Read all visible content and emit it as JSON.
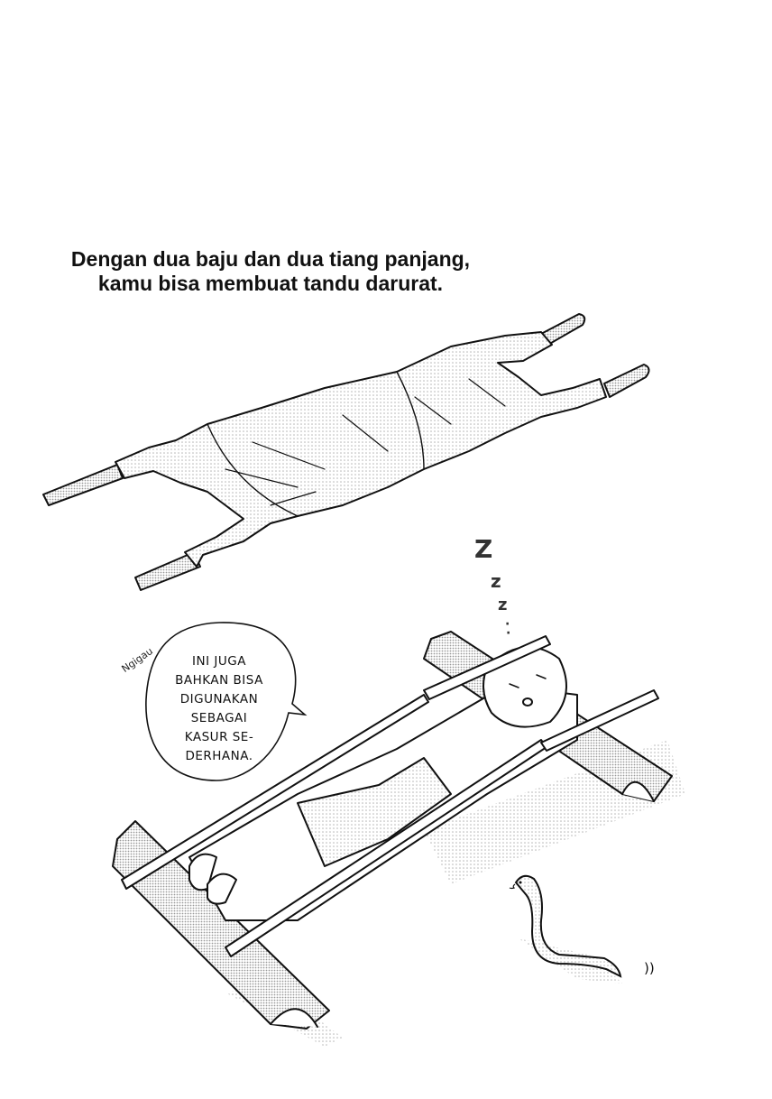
{
  "page": {
    "background": "#ffffff",
    "ink_color": "#111111",
    "screentone_color": "#c8c8c8"
  },
  "caption": {
    "line1": "Dengan dua baju dan dua tiang panjang,",
    "line2": "kamu bisa membuat tandu darurat."
  },
  "panels": {
    "stretcher": {
      "description": "improvised stretcher made of two shirts and two long poles",
      "icon": "stretcher-illustration"
    },
    "sleeping_scene": {
      "description": "girl sleeping on the stretcher laid across two logs",
      "icon": "sleeping-girl-illustration"
    }
  },
  "speech_bubble": {
    "lines": [
      "INI JUGA",
      "BAHKAN BISA",
      "DIGUNAKAN",
      "SEBAGAI",
      "KASUR SE-",
      "DERHANA."
    ]
  },
  "sfx": {
    "sleep_talk": "Ngigau",
    "snore": [
      "Z",
      "z",
      "z",
      "·",
      "·"
    ],
    "motion": "))"
  },
  "snake": {
    "icon": "snake-illustration"
  }
}
